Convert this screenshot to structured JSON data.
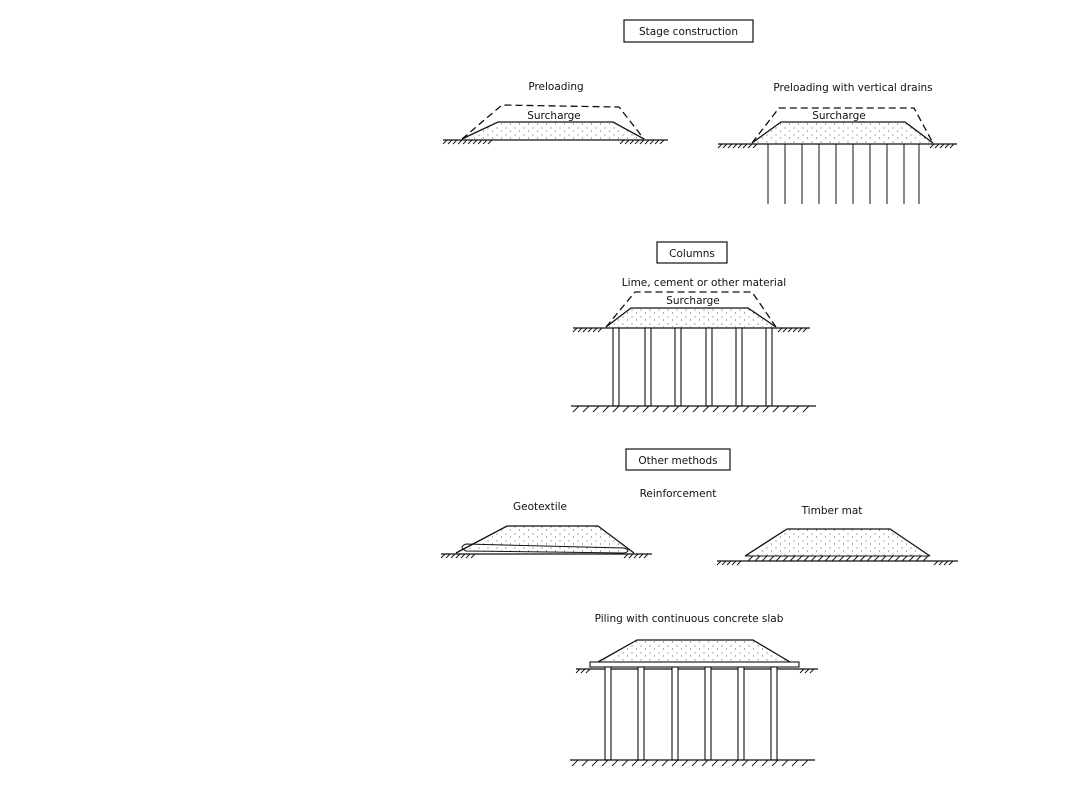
{
  "sections": {
    "stage_construction": "Stage construction",
    "columns": "Columns",
    "other_methods": "Other methods"
  },
  "labels": {
    "preloading": "Preloading",
    "preloading_drains": "Preloading with vertical drains",
    "surcharge": "Surcharge",
    "lime_cement": "Lime, cement or other material",
    "reinforcement": "Reinforcement",
    "geotextile": "Geotextile",
    "timber_mat": "Timber  mat",
    "piling_slab": "Piling with continuous concrete slab"
  }
}
